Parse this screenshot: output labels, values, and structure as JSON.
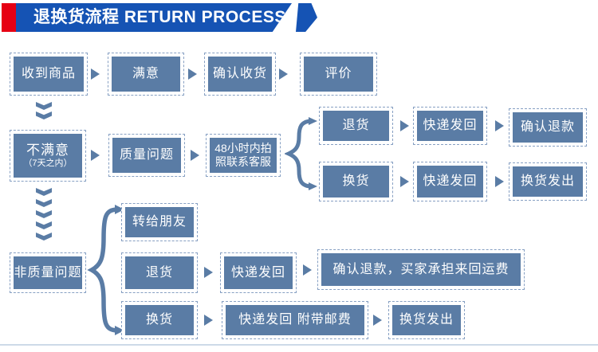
{
  "header": {
    "title": "退换货流程 RETURN PROCESS",
    "accent_color": "#e60014",
    "banner_color": "#1553b4"
  },
  "colors": {
    "node_fill": "#5a7ca5",
    "node_border": "#87a0c3",
    "arrow": "#5a7ca5",
    "divider": "#cddae8",
    "text": "#ffffff"
  },
  "icons": {
    "arrow_right": "right-triangle",
    "arrow_down": "down-chevron",
    "brace": "curly-brace-with-arrowheads"
  },
  "flow": {
    "main_path": {
      "receive": "收到商品",
      "satisfied": "满意",
      "confirm_receipt": "确认收货",
      "review": "评价"
    },
    "unsatisfied_path": {
      "unsatisfied": "不满意",
      "unsatisfied_note": "（7天之内）",
      "quality_issue": "质量问题",
      "contact_line1": "48小时内拍",
      "contact_line2": "照联系客服"
    },
    "quality_branches": {
      "return_branch": {
        "step1": "退货",
        "step2": "快递发回",
        "step3": "确认退款"
      },
      "exchange_branch": {
        "step1": "换货",
        "step2": "快递发回",
        "step3": "换货发出"
      }
    },
    "non_quality": "非质量问题",
    "non_quality_branches": {
      "friend_branch": {
        "step1": "转给朋友"
      },
      "return_branch": {
        "step1": "退货",
        "step2": "快递发回",
        "step3": "确认退款，买家承担来回运费"
      },
      "exchange_branch": {
        "step1": "换货",
        "step2": "快递发回 附带邮费",
        "step3": "换货发出"
      }
    }
  }
}
